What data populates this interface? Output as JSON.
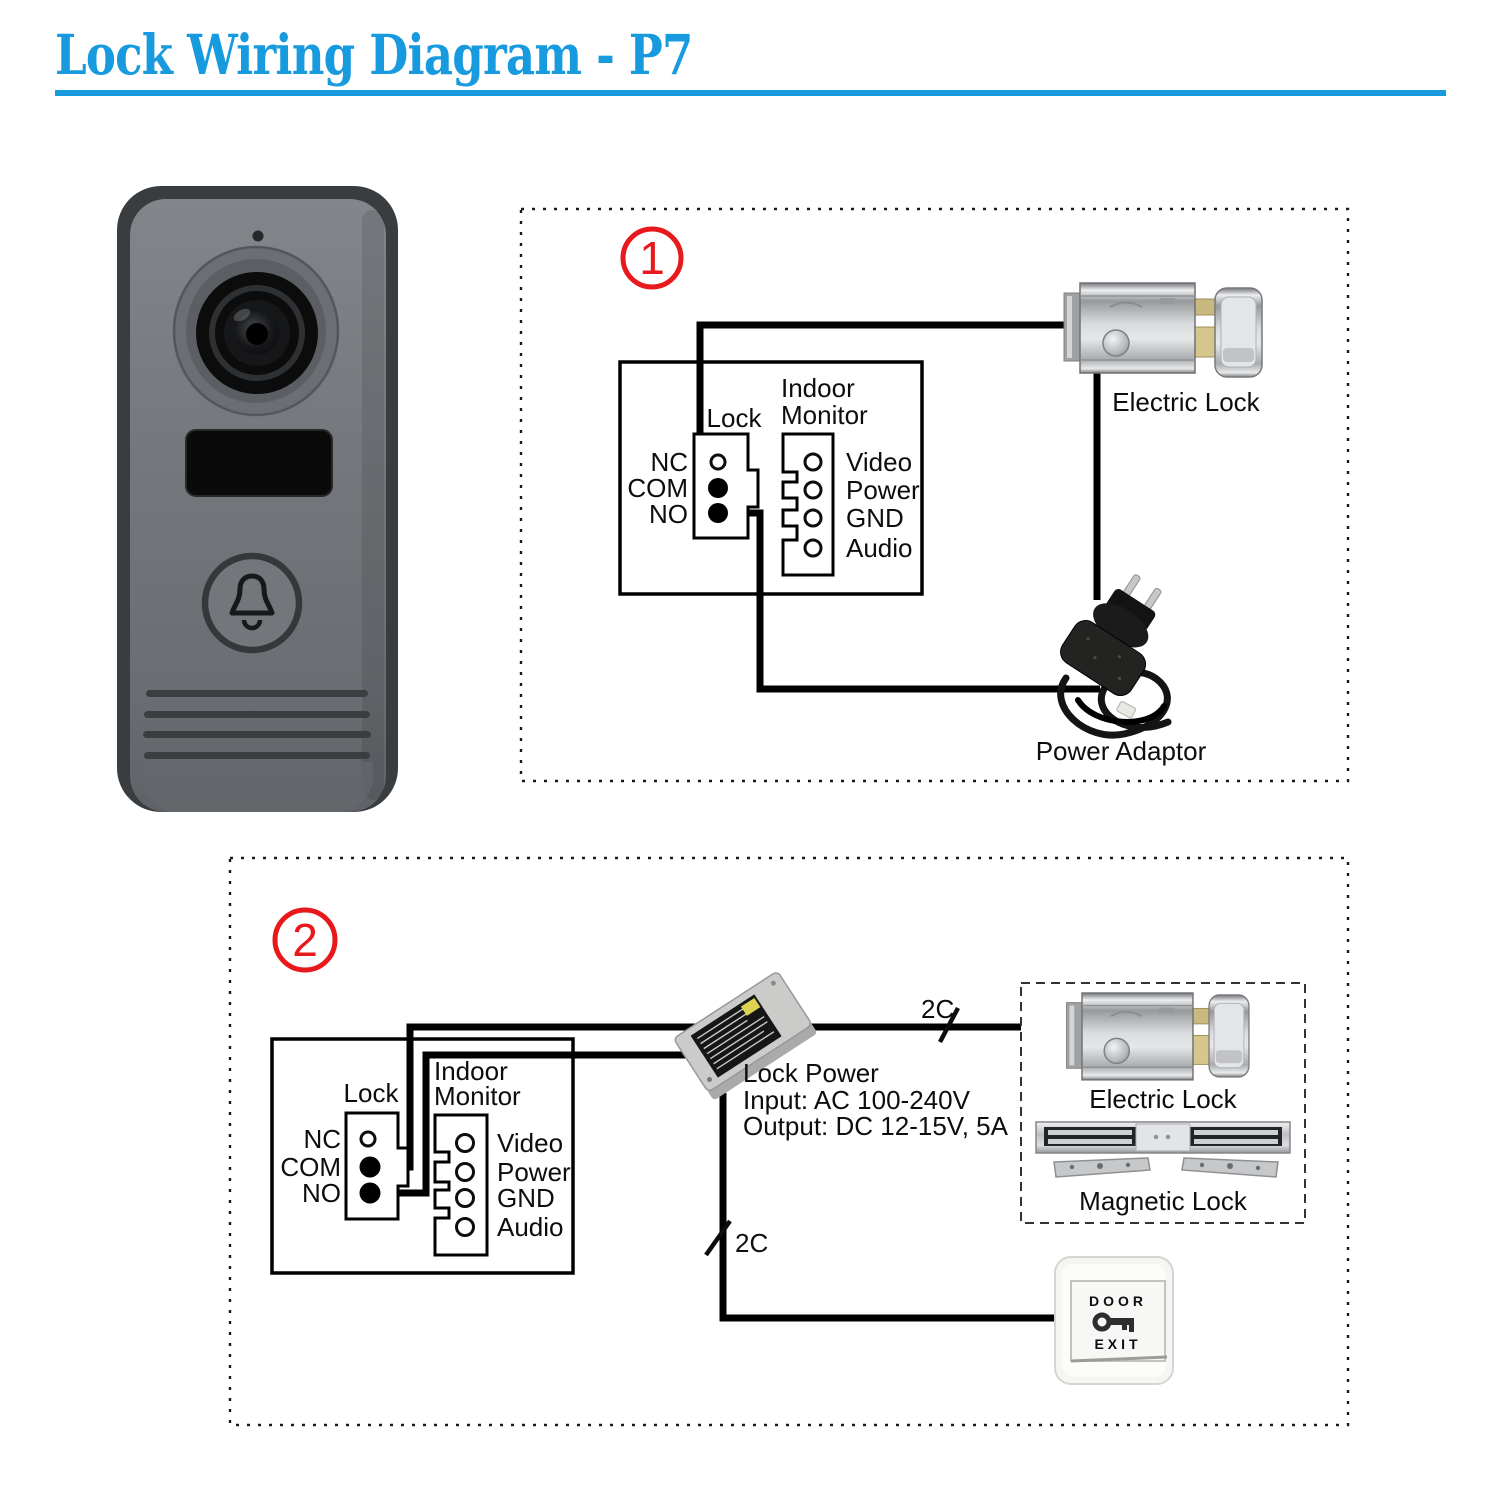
{
  "title": {
    "text": "Lock Wiring Diagram - P7"
  },
  "colors": {
    "accent_blue": "#189ade",
    "badge_red": "#e8191c",
    "wire_black": "#000000"
  },
  "diagram1": {
    "number": "1",
    "connector": {
      "lock_label": "Lock",
      "monitor_label_line1": "Indoor",
      "monitor_label_line2": "Monitor",
      "left_pins": [
        "NC",
        "COM",
        "NO"
      ],
      "right_pins": [
        "Video",
        "Power",
        "GND",
        "Audio"
      ]
    },
    "electric_lock_label": "Electric Lock",
    "power_adaptor_label": "Power Adaptor"
  },
  "diagram2": {
    "number": "2",
    "connector": {
      "lock_label": "Lock",
      "monitor_label_line1": "Indoor",
      "monitor_label_line2": "Monitor",
      "left_pins": [
        "NC",
        "COM",
        "NO"
      ],
      "right_pins": [
        "Video",
        "Power",
        "GND",
        "Audio"
      ]
    },
    "lock_power": {
      "line1": "Lock Power",
      "line2": "Input: AC 100-240V",
      "line3": "Output: DC 12-15V,  5A"
    },
    "wire_labels": {
      "top": "2C",
      "bottom": "2C"
    },
    "electric_lock_label": "Electric Lock",
    "magnetic_lock_label": "Magnetic Lock",
    "door_button": {
      "line1": "DOOR",
      "line2": "EXIT"
    }
  }
}
